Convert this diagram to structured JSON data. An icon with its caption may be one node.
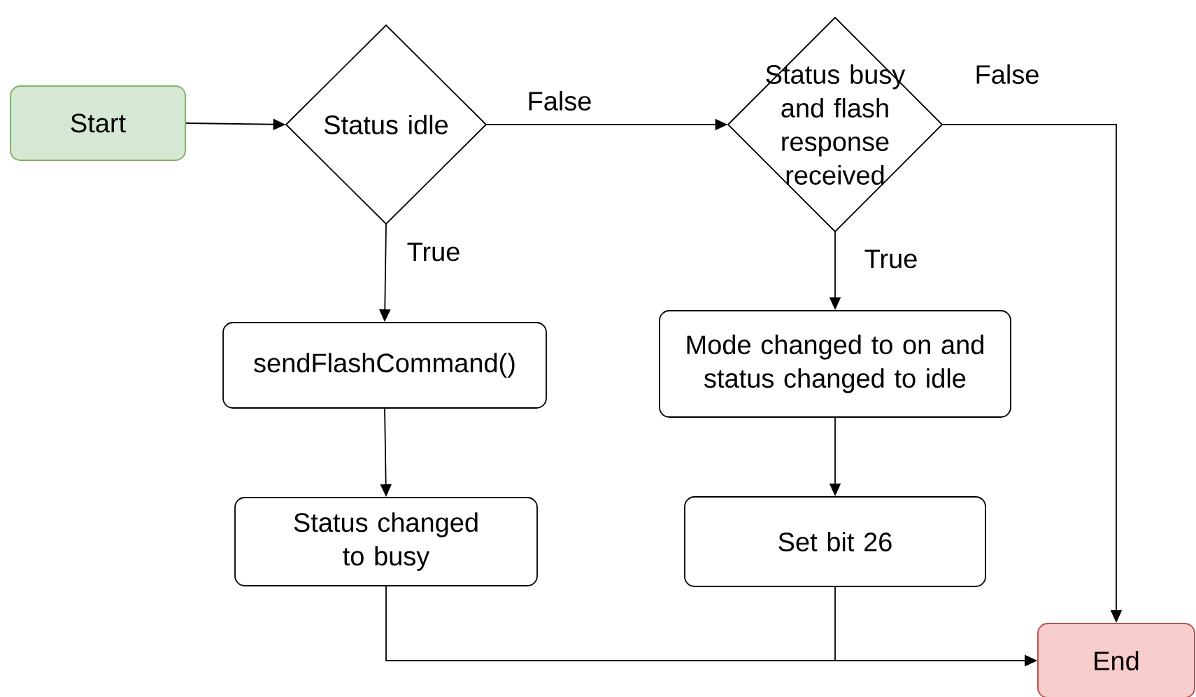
{
  "diagram": {
    "nodes": [
      {
        "text": [
          "Start"
        ]
      },
      {
        "text": [
          "Status idle"
        ]
      },
      {
        "text": [
          "Status busy and flash response received"
        ]
      },
      {
        "text": [
          "sendFlashCommand()"
        ]
      },
      {
        "text": [
          "Status changed to busy"
        ]
      },
      {
        "text": [
          "Mode changed to on and status changed to idle"
        ]
      },
      {
        "text": [
          "Set bit 26"
        ]
      },
      {
        "text": [
          "End"
        ]
      }
    ],
    "edges": [
      {
        "from": 0,
        "to": 1,
        "arrow": "to"
      },
      {
        "from": 1,
        "to": 2,
        "arrow": "to",
        "label": "False"
      },
      {
        "from": 1,
        "to": 3,
        "arrow": "to",
        "label": "True"
      },
      {
        "from": 2,
        "to": 5,
        "arrow": "to",
        "label": "True"
      },
      {
        "from": 2,
        "to": 7,
        "arrow": "to",
        "label": "False"
      },
      {
        "from": 3,
        "to": 4,
        "arrow": "to"
      },
      {
        "from": 5,
        "to": 6,
        "arrow": "to"
      },
      {
        "from": 4,
        "to": 7,
        "arrow": "to"
      },
      {
        "from": 6,
        "to": 7,
        "arrow": "to"
      }
    ]
  }
}
